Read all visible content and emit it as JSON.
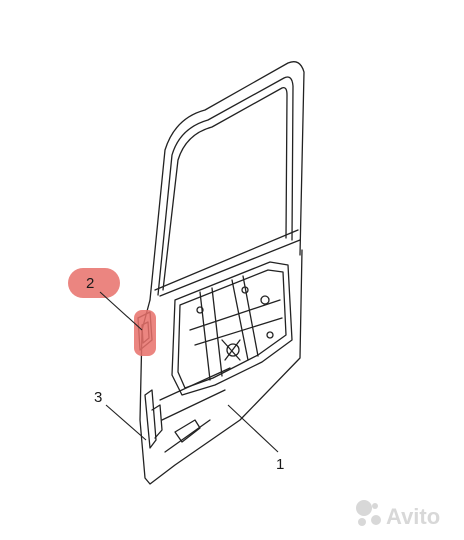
{
  "callouts": [
    {
      "number": "1"
    },
    {
      "number": "2",
      "highlighted": true
    },
    {
      "number": "3"
    }
  ],
  "highlight_color": "#e8706a",
  "watermark": {
    "text": "Avito"
  }
}
